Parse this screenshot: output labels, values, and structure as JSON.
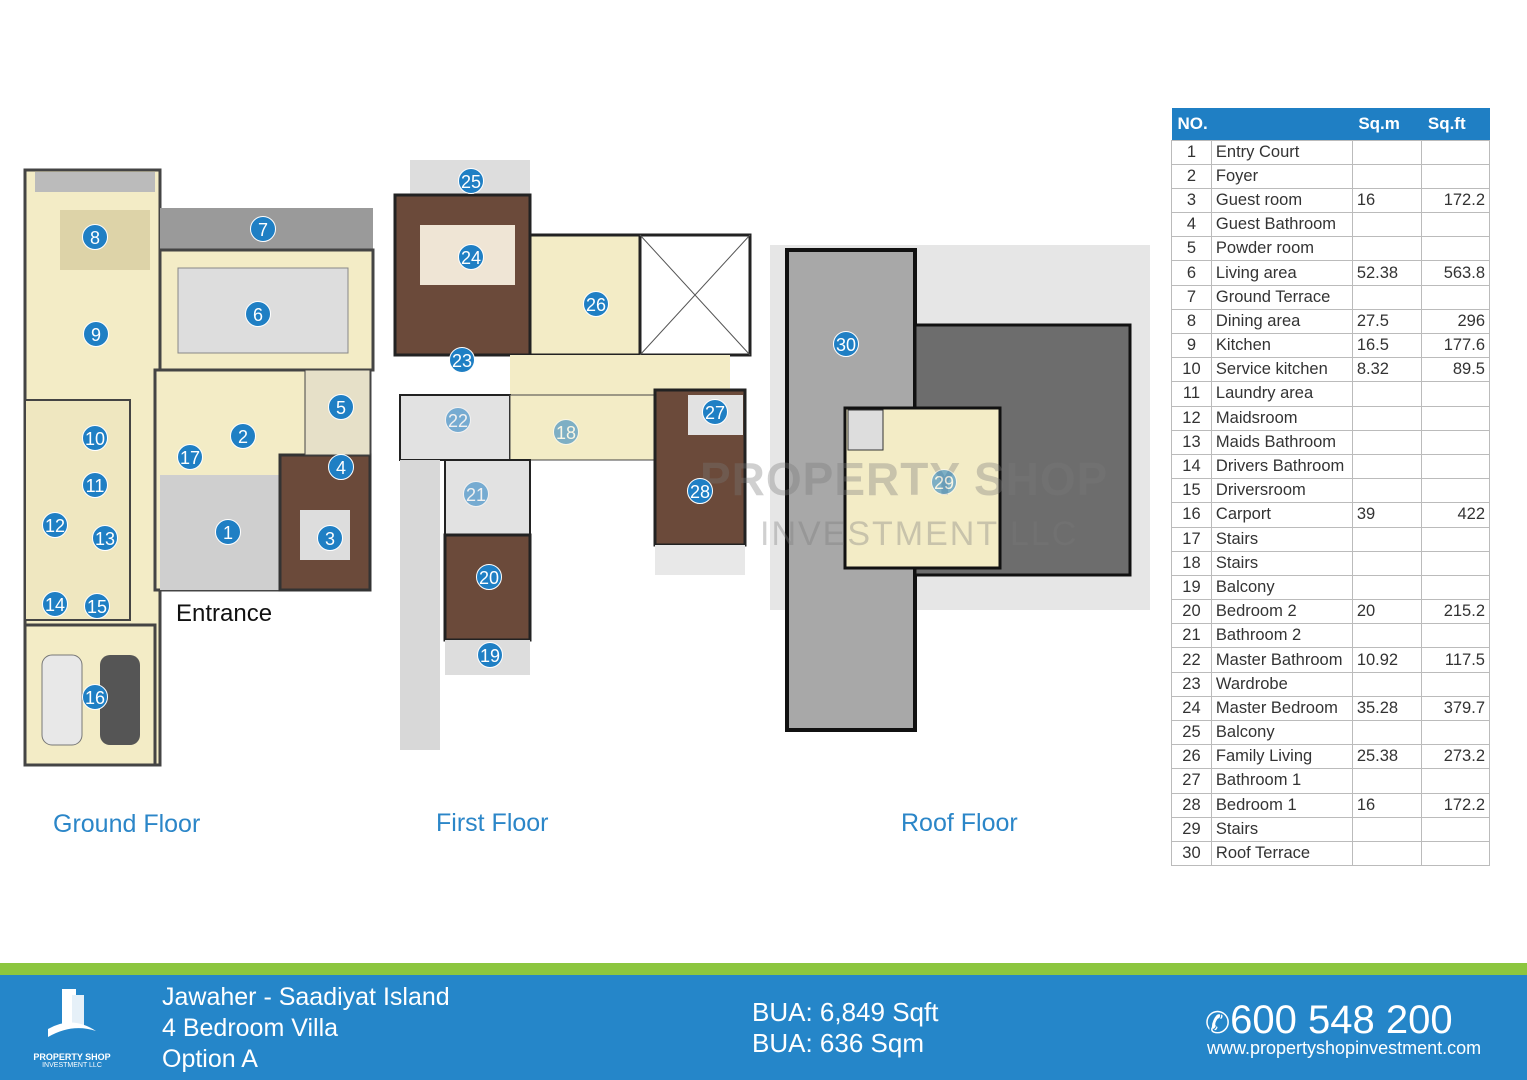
{
  "floors": {
    "ground": "Ground Floor",
    "first": "First Floor",
    "roof": "Roof Floor"
  },
  "entrance_label": "Entrance",
  "markers": {
    "ground": [
      "1",
      "2",
      "3",
      "4",
      "5",
      "6",
      "7",
      "8",
      "9",
      "10",
      "11",
      "12",
      "13",
      "14",
      "15",
      "16",
      "17"
    ],
    "first": [
      "18",
      "19",
      "20",
      "21",
      "22",
      "23",
      "24",
      "25",
      "26",
      "27",
      "28"
    ],
    "roof": [
      "29",
      "30"
    ]
  },
  "watermark": {
    "line1": "PROPERTY SHOP",
    "line2": "INVESTMENT LLC"
  },
  "table": {
    "headers": [
      "NO.",
      "",
      "Sq.m",
      "Sq.ft"
    ],
    "rows": [
      [
        "1",
        "Entry Court",
        "",
        ""
      ],
      [
        "2",
        "Foyer",
        "",
        ""
      ],
      [
        "3",
        "Guest room",
        "16",
        "172.2"
      ],
      [
        "4",
        "Guest Bathroom",
        "",
        ""
      ],
      [
        "5",
        "Powder room",
        "",
        ""
      ],
      [
        "6",
        "Living area",
        "52.38",
        "563.8"
      ],
      [
        "7",
        "Ground Terrace",
        "",
        ""
      ],
      [
        "8",
        "Dining area",
        "27.5",
        "296"
      ],
      [
        "9",
        "Kitchen",
        "16.5",
        "177.6"
      ],
      [
        "10",
        "Service kitchen",
        "8.32",
        "89.5"
      ],
      [
        "11",
        "Laundry area",
        "",
        ""
      ],
      [
        "12",
        "Maidsroom",
        "",
        ""
      ],
      [
        "13",
        "Maids Bathroom",
        "",
        ""
      ],
      [
        "14",
        "Drivers Bathroom",
        "",
        ""
      ],
      [
        "15",
        "Driversroom",
        "",
        ""
      ],
      [
        "16",
        "Carport",
        "39",
        "422"
      ],
      [
        "17",
        "Stairs",
        "",
        ""
      ],
      [
        "18",
        "Stairs",
        "",
        ""
      ],
      [
        "19",
        "Balcony",
        "",
        ""
      ],
      [
        "20",
        "Bedroom 2",
        "20",
        "215.2"
      ],
      [
        "21",
        "Bathroom 2",
        "",
        ""
      ],
      [
        "22",
        "Master Bathroom",
        "10.92",
        "117.5"
      ],
      [
        "23",
        "Wardrobe",
        "",
        ""
      ],
      [
        "24",
        "Master Bedroom",
        "35.28",
        "379.7"
      ],
      [
        "25",
        "Balcony",
        "",
        ""
      ],
      [
        "26",
        "Family Living",
        "25.38",
        "273.2"
      ],
      [
        "27",
        "Bathroom 1",
        "",
        ""
      ],
      [
        "28",
        "Bedroom 1",
        "16",
        "172.2"
      ],
      [
        "29",
        "Stairs",
        "",
        ""
      ],
      [
        "30",
        "Roof Terrace",
        "",
        ""
      ]
    ]
  },
  "footer": {
    "logo_line1": "PROPERTY SHOP",
    "logo_line2": "INVESTMENT LLC",
    "project": "Jawaher - Saadiyat Island",
    "type": "4 Bedroom Villa",
    "option": "Option A",
    "bua_sqft": "BUA: 6,849 Sqft",
    "bua_sqm": "BUA: 636 Sqm",
    "phone": "600 548 200",
    "website": "www.propertyshopinvestment.com"
  },
  "colors": {
    "accent": "#1f7fc4",
    "green": "#8cc63f",
    "footer": "#2586c9",
    "beige": "#f3ecc6",
    "brown": "#6b4a3a"
  }
}
